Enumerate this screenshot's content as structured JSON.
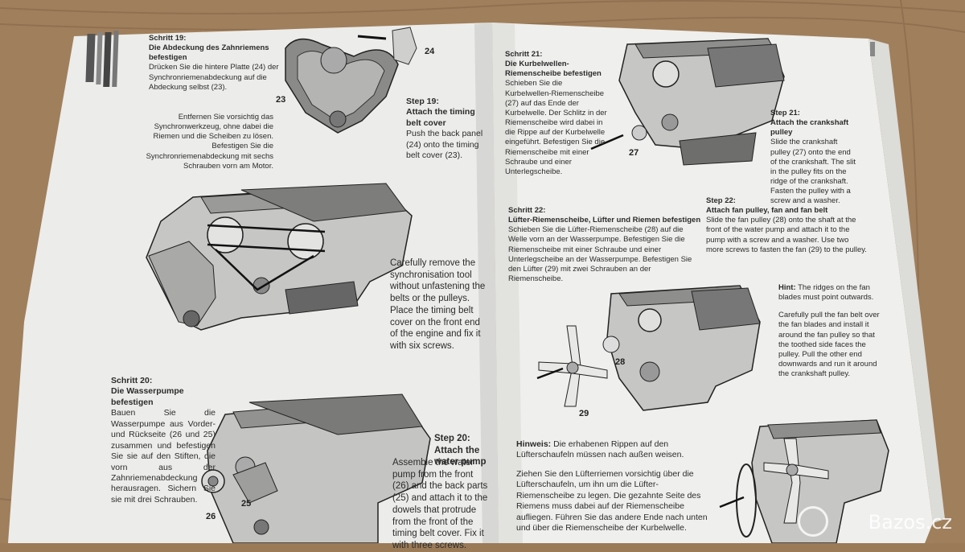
{
  "left_page": {
    "schritt19": {
      "heading": "Schritt 19:",
      "subheading": "Die Abdeckung des Zahnriemens befestigen",
      "text1": "Drücken Sie die hintere Platte (24) der Synchronriemenabdeckung auf die Abdeckung selbst (23).",
      "text2": "Entfernen Sie vorsichtig das Synchronwerkzeug, ohne dabei die Riemen und die Scheiben zu lösen. Befestigen Sie die Synchronriemenabdeckung mit sechs Schrauben vorn am Motor."
    },
    "step19": {
      "heading": "Step 19:",
      "subheading": "Attach the timing belt cover",
      "text1": "Push the back panel (24) onto the timing belt cover (23).",
      "text2": "Carefully remove the synchronisation tool without unfastening the belts or the pulleys. Place the timing belt cover on the front end of the engine and fix it with six screws."
    },
    "schritt20": {
      "heading": "Schritt 20:",
      "subheading": "Die Wasserpumpe befestigen",
      "text": "Bauen Sie die Wasserpumpe aus Vorder- und Rückseite (26 und 25) zusammen und befestigen Sie sie auf den Stiften, die vorn aus der Zahnriemenabdeckung herausragen. Sichern Sie sie mit drei Schrauben."
    },
    "step20": {
      "heading": "Step 20:",
      "subheading": "Attach the water pump",
      "text": "Assemble the water pump from the front (26) and the back parts (25) and attach it to the dowels that protrude from the front of the timing belt cover. Fix it with three screws."
    },
    "labels": {
      "n23": "23",
      "n24": "24",
      "n25": "25",
      "n26": "26"
    }
  },
  "right_page": {
    "schritt21": {
      "heading": "Schritt 21:",
      "subheading": "Die Kurbelwellen-Riemenscheibe befestigen",
      "text": "Schieben Sie die Kurbelwellen-Riemenscheibe (27) auf das Ende der Kurbelwelle. Der Schlitz in der Riemenscheibe wird dabei in die Rippe auf der Kurbelwelle eingeführt. Befestigen Sie die Riemenscheibe mit einer Schraube und einer Unterlegscheibe."
    },
    "step21": {
      "heading": "Step 21:",
      "subheading": "Attach the crankshaft pulley",
      "text": "Slide the crankshaft pulley (27) onto the end of the crankshaft. The slit in the pulley fits on the ridge of the crankshaft. Fasten the pulley with a screw and a washer."
    },
    "schritt22": {
      "heading": "Schritt 22:",
      "subheading": "Lüfter-Riemenscheibe, Lüfter und Riemen befestigen",
      "text": "Schieben Sie die Lüfter-Riemenscheibe (28) auf die Welle vorn an der Wasserpumpe. Befestigen Sie die Riemenscheibe mit einer Schraube und einer Unterlegscheibe an der Wasserpumpe. Befestigen Sie den Lüfter (29) mit zwei Schrauben an der Riemenscheibe."
    },
    "step22": {
      "heading": "Step 22:",
      "subheading": "Attach fan pulley, fan and fan belt",
      "text": "Slide the fan pulley (28) onto the shaft at the front of the water pump and attach it to the pump with a screw and a washer. Use two more screws to fasten the fan (29) to the pulley."
    },
    "hint": {
      "label": "Hint:",
      "text1": "The ridges on the fan blades must point outwards.",
      "text2": "Carefully pull the fan belt over the fan blades and install it around the fan pulley so that the toothed side faces the pulley. Pull the other end downwards and run it around the crankshaft pulley."
    },
    "hinweis": {
      "label": "Hinweis:",
      "text1": "Die erhabenen Rippen auf den Lüfterschaufeln müssen nach außen weisen.",
      "text2": "Ziehen Sie den Lüfterriemen vorsichtig über die Lüfterschaufeln, um ihn um die Lüfter-Riemenscheibe zu legen. Die gezahnte Seite des Riemens muss dabei auf der Riemenscheibe aufliegen. Führen Sie das andere Ende nach unten und über die Riemenscheibe der Kurbelwelle."
    },
    "labels": {
      "n27": "27",
      "n28": "28",
      "n29": "29"
    }
  },
  "watermark": "Bazos.cz"
}
